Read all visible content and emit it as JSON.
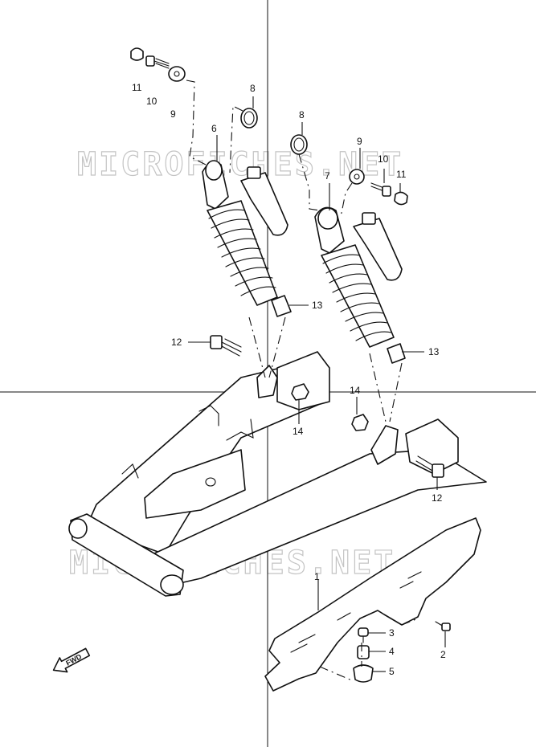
{
  "watermark": {
    "top": "MICROFICHES.NET",
    "bottom": "MICROFICHES.NET"
  },
  "fwd_label": "FWD",
  "callouts": [
    {
      "id": "c11a",
      "text": "11"
    },
    {
      "id": "c10a",
      "text": "10"
    },
    {
      "id": "c9a",
      "text": "9"
    },
    {
      "id": "c8a",
      "text": "8"
    },
    {
      "id": "c6",
      "text": "6"
    },
    {
      "id": "c8b",
      "text": "8"
    },
    {
      "id": "c9b",
      "text": "9"
    },
    {
      "id": "c10b",
      "text": "10"
    },
    {
      "id": "c11b",
      "text": "11"
    },
    {
      "id": "c7",
      "text": "7"
    },
    {
      "id": "c13a",
      "text": "13"
    },
    {
      "id": "c12a",
      "text": "12"
    },
    {
      "id": "c13b",
      "text": "13"
    },
    {
      "id": "c14a",
      "text": "14"
    },
    {
      "id": "c14b",
      "text": "14"
    },
    {
      "id": "c12b",
      "text": "12"
    },
    {
      "id": "c1",
      "text": "1"
    },
    {
      "id": "c3",
      "text": "3"
    },
    {
      "id": "c4",
      "text": "4"
    },
    {
      "id": "c5",
      "text": "5"
    },
    {
      "id": "c2",
      "text": "2"
    }
  ]
}
